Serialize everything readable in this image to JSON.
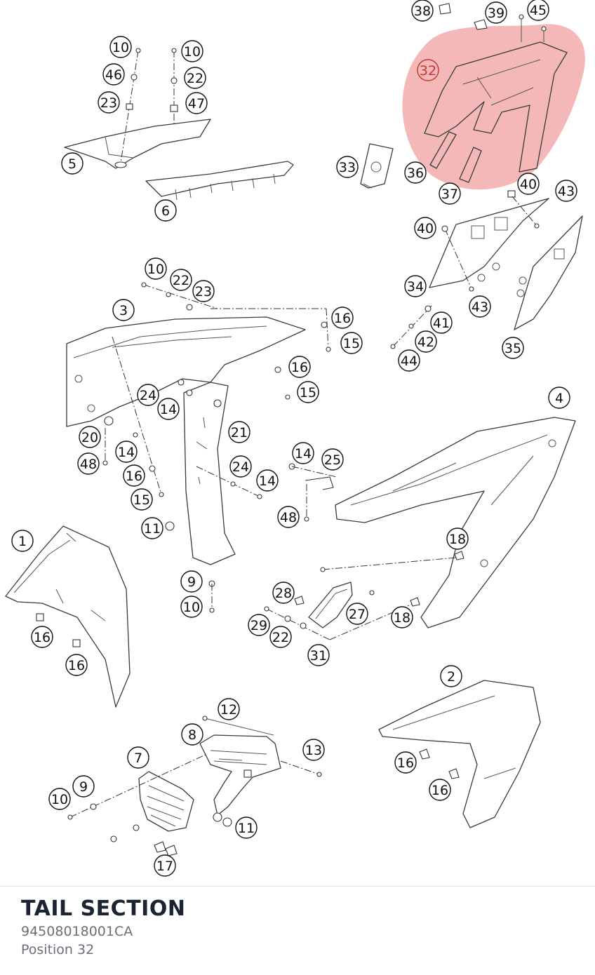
{
  "footer": {
    "title": "TAIL SECTION",
    "part_number": "94508018001CA",
    "position": "Position 32"
  },
  "highlight": {
    "color": "#f0a0a0",
    "selected_callout": "32",
    "selected_text_color": "#c0392b"
  },
  "callouts": [
    "38",
    "39",
    "45",
    "32",
    "36",
    "33",
    "37",
    "40",
    "43",
    "40",
    "34",
    "43",
    "41",
    "42",
    "44",
    "35",
    "10",
    "46",
    "23",
    "10",
    "22",
    "47",
    "5",
    "6",
    "10",
    "22",
    "23",
    "3",
    "16",
    "15",
    "16",
    "15",
    "24",
    "14",
    "21",
    "20",
    "14",
    "48",
    "16",
    "15",
    "24",
    "14",
    "11",
    "9",
    "10",
    "14",
    "25",
    "48",
    "4",
    "18",
    "28",
    "27",
    "29",
    "22",
    "31",
    "18",
    "1",
    "16",
    "16",
    "2",
    "16",
    "16",
    "12",
    "8",
    "7",
    "13",
    "9",
    "10",
    "11",
    "17"
  ]
}
